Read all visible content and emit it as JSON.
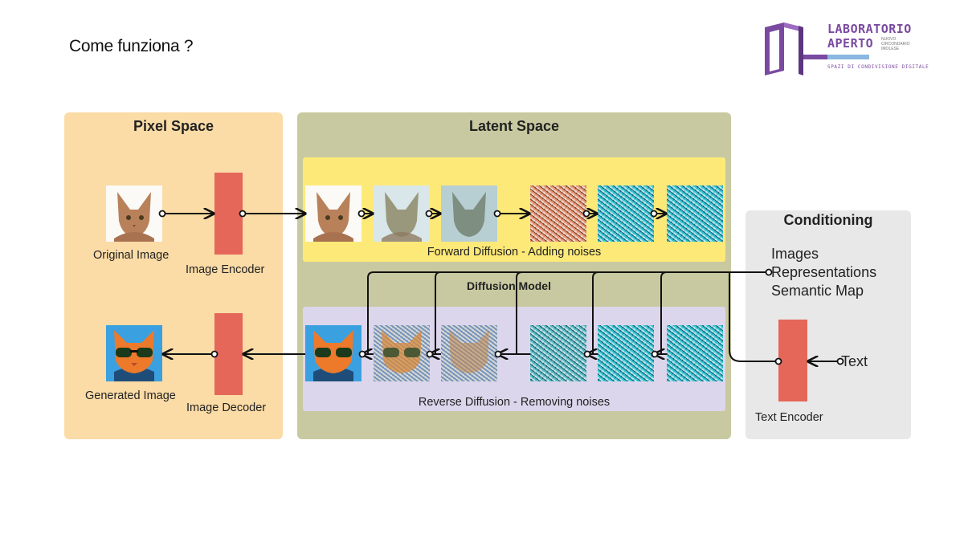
{
  "slide": {
    "title": "Come funziona ?"
  },
  "logo": {
    "line1": "LABORATORIO",
    "line2": "APERTO",
    "small": [
      "NUOVO",
      "CIRCONDARIO",
      "IMOLESE"
    ],
    "tagline": "SPAZI DI CONDIVISIONE DIGITALE",
    "colors": {
      "purple": "#7a4aa0",
      "blue": "#8ab8e0"
    }
  },
  "diagram": {
    "pixel_space": {
      "title": "Pixel Space",
      "original_image_label": "Original Image",
      "image_encoder_label": "Image Encoder",
      "generated_image_label": "Generated Image",
      "image_decoder_label": "Image Decoder"
    },
    "latent_space": {
      "title": "Latent Space",
      "forward_label": "Forward Diffusion - Adding noises",
      "model_label": "Diffusion Model",
      "reverse_label": "Reverse Diffusion - Removing noises"
    },
    "conditioning": {
      "title": "Conditioning",
      "items": [
        "Images",
        "Representations",
        "Semantic Map"
      ],
      "text_label": "Text",
      "text_encoder_label": "Text Encoder"
    },
    "colors": {
      "pixel_panel": "#fbdba6",
      "latent_panel": "#c8c9a0",
      "conditioning_panel": "#e8e8e8",
      "forward_band": "#fde978",
      "reverse_band": "#dcd6ec",
      "encoder_bar": "#e4675a"
    }
  }
}
